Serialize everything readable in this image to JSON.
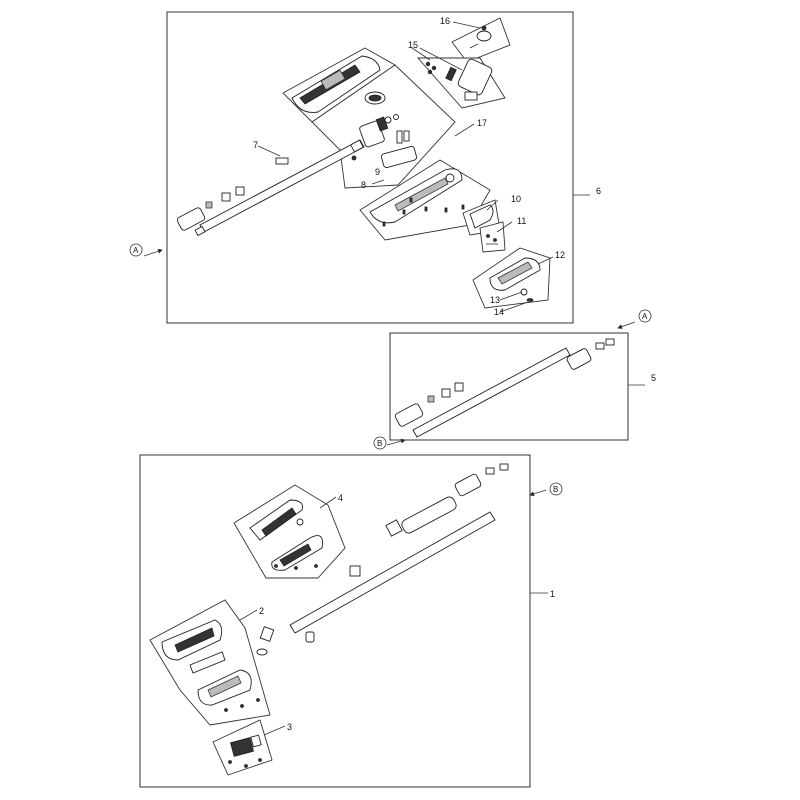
{
  "diagram": {
    "labels": {
      "l1": "1",
      "l2": "2",
      "l3": "3",
      "l4": "4",
      "l5": "5",
      "l6": "6",
      "l7": "7",
      "l8": "8",
      "l9": "9",
      "l10": "10",
      "l11": "11",
      "l12": "12",
      "l13": "13",
      "l14": "14",
      "l15": "15",
      "l16": "16",
      "l17": "17"
    },
    "connectors": {
      "a": "A",
      "b": "B"
    }
  }
}
